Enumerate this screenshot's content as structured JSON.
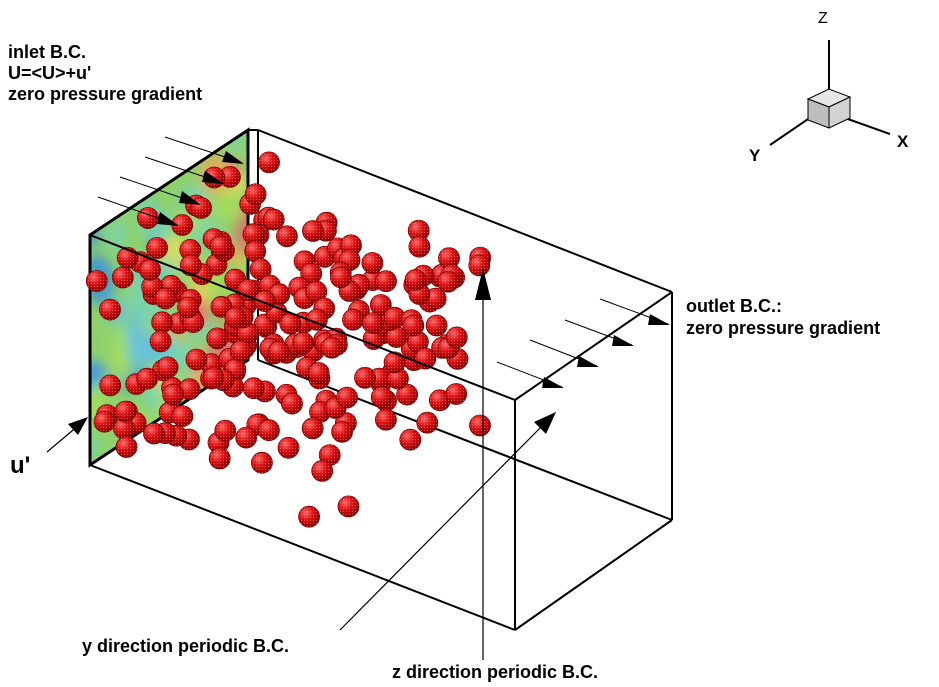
{
  "labels": {
    "inlet_line1": "inlet B.C.",
    "inlet_line2": "U=<U>+u'",
    "inlet_line3": "zero pressure gradient",
    "outlet_line1": "outlet B.C.:",
    "outlet_line2": "zero pressure gradient",
    "u_prime": "u'",
    "y_periodic": "y direction periodic B.C.",
    "z_periodic": "z direction periodic B.C."
  },
  "axes_triad": {
    "z": "Z",
    "y": "Y",
    "x": "X"
  },
  "colors": {
    "particle": "#cc1111",
    "particle_highlight": "#ff5a5a",
    "particle_edge": "#7a0000",
    "edge": "#000000",
    "cube_face": "#cfcfcf"
  },
  "particles_count_shown": 220
}
